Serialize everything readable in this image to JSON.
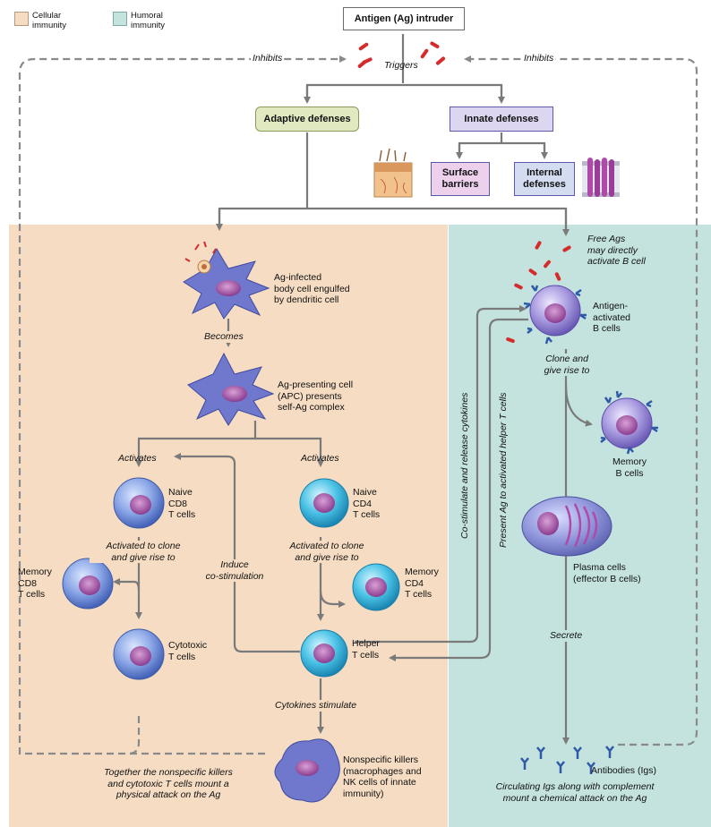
{
  "legend": {
    "cellular": "Cellular\nimmunity",
    "humoral": "Humoral\nimmunity"
  },
  "colors": {
    "cellular_bg": "#f5dcc3",
    "humoral_bg": "#c4e3de",
    "arrow": "#7a7a7a",
    "adaptive_box": "#e0e9bf",
    "innate_box": "#dcd6f0",
    "surface_box": "#ecd0ec",
    "internal_box": "#d4dcf2",
    "cell_blue": "#6f8fd8",
    "cell_teal": "#2bb3d6",
    "nucleus": "#a34fa5"
  },
  "top": {
    "antigen": "Antigen (Ag) intruder",
    "inhibits_left": "Inhibits",
    "inhibits_right": "Inhibits",
    "triggers": "Triggers",
    "adaptive": "Adaptive defenses",
    "innate": "Innate defenses",
    "surface": "Surface\nbarriers",
    "internal": "Internal\ndefenses"
  },
  "cellular": {
    "ag_infected": "Ag-infected\nbody cell engulfed\nby dendritic cell",
    "becomes": "Becomes",
    "apc": "Ag-presenting cell\n(APC) presents\nself-Ag complex",
    "activates_left": "Activates",
    "activates_right": "Activates",
    "naive_cd8": "Naive\nCD8\nT cells",
    "naive_cd4": "Naive\nCD4\nT cells",
    "activated_left": "Activated to clone\nand give rise to",
    "activated_right": "Activated to clone\nand give rise to",
    "memory_cd8": "Memory\nCD8\nT cells",
    "memory_cd4": "Memory\nCD4\nT cells",
    "induce": "Induce\nco-stimulation",
    "cytotoxic": "Cytotoxic\nT cells",
    "helper": "Helper\nT cells",
    "cytokines_stimulate": "Cytokines stimulate",
    "nonspecific": "Nonspecific killers\n(macrophages and\nNK cells of innate\nimmunity)",
    "together": "Together the nonspecific killers\nand cytotoxic T cells mount a\nphysical attack on the Ag"
  },
  "humoral": {
    "free_ags": "Free Ags\nmay directly\nactivate B cell",
    "antigen_activated": "Antigen-\nactivated\nB cells",
    "clone": "Clone and\ngive rise to",
    "memory_b": "Memory\nB cells",
    "plasma": "Plasma cells\n(effector B cells)",
    "secrete": "Secrete",
    "antibodies": "Antibodies (Igs)",
    "circulating": "Circulating Igs along with complement\nmount a chemical attack on the Ag",
    "co_stimulate": "Co-stimulate and release cytokines",
    "present_ag": "Present Ag to activated helper T cells"
  }
}
